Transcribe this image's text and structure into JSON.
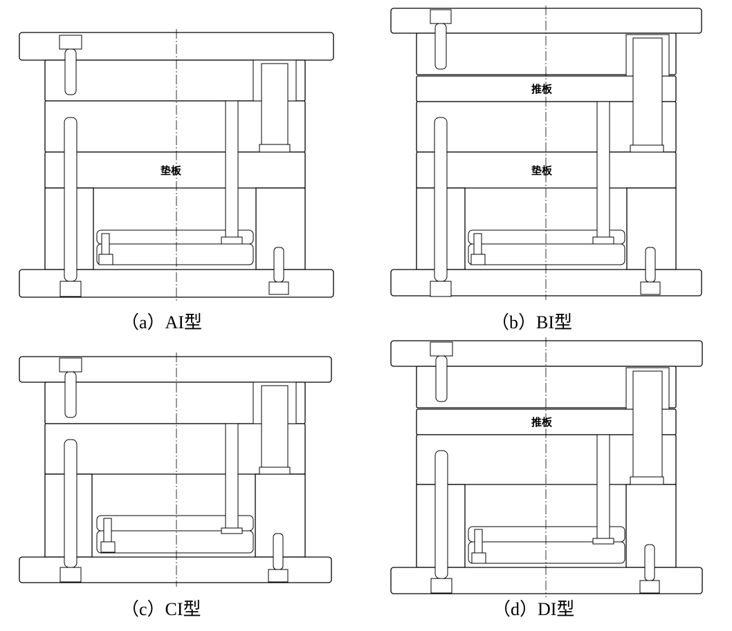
{
  "panels": [
    {
      "id": "a",
      "caption": "（a）AI型",
      "labels": {
        "pad_plate": "垫板"
      }
    },
    {
      "id": "b",
      "caption": "（b）BI型",
      "labels": {
        "push_plate": "推板",
        "pad_plate": "垫板"
      }
    },
    {
      "id": "c",
      "caption": "（c）CI型",
      "labels": {}
    },
    {
      "id": "d",
      "caption": "（d）DI型",
      "labels": {
        "push_plate": "推板"
      }
    }
  ]
}
